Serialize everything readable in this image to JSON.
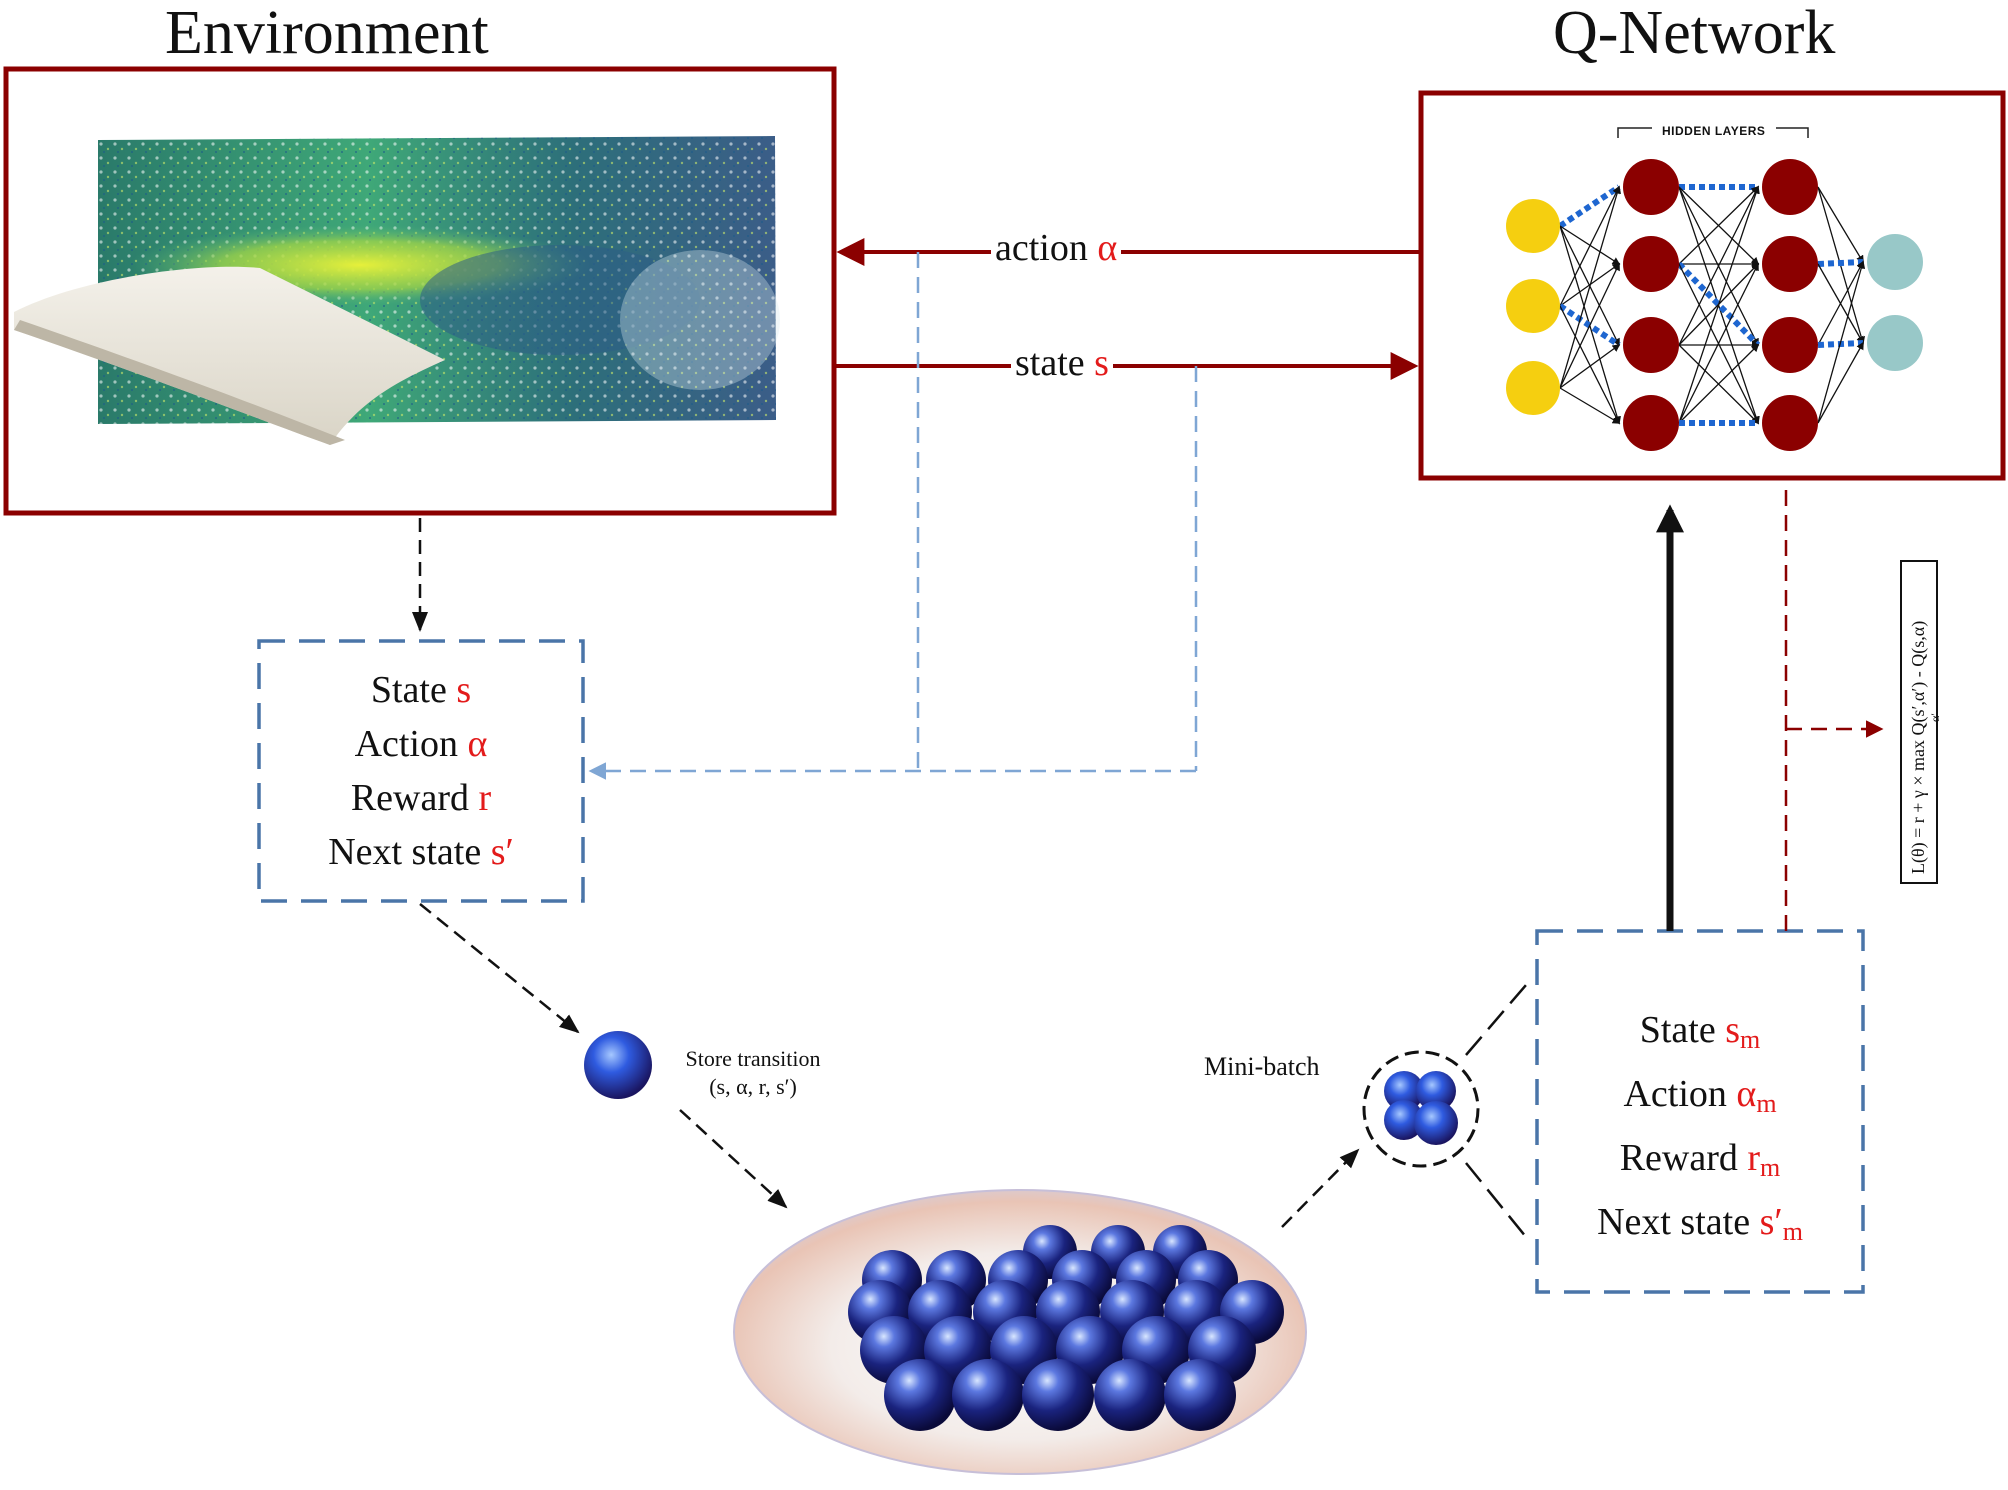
{
  "titles": {
    "environment": "Environment",
    "q_network": "Q-Network"
  },
  "arrows": {
    "action_word": "action",
    "action_sym": "α",
    "state_word": "state",
    "state_sym": "s"
  },
  "transition_box": {
    "rows": [
      {
        "word": "State",
        "sym": "s"
      },
      {
        "word": "Action",
        "sym": "α"
      },
      {
        "word": "Reward",
        "sym": "r"
      },
      {
        "word": "Next state",
        "sym": "s′"
      }
    ]
  },
  "minibatch_box": {
    "rows": [
      {
        "word": "State",
        "sym": "s",
        "sub": "m"
      },
      {
        "word": "Action",
        "sym": "α",
        "sub": "m"
      },
      {
        "word": "Reward",
        "sym": "r",
        "sub": "m"
      },
      {
        "word": "Next state",
        "sym": "s′",
        "sub": "m"
      }
    ]
  },
  "store": {
    "line1": "Store transition",
    "line2": "(s, α, r, s′)"
  },
  "minibatch_label": "Mini-batch",
  "hidden_layers_label": "HIDDEN LAYERS",
  "loss_formula": "L(θ) = r + γ × max Q(s′,α′) - Q(s,α)",
  "loss_sub": "α′",
  "colors": {
    "dark_red": "#8b0000",
    "symbol_red": "#e31b1b",
    "blue_dash": "#4a75a8",
    "light_blue_dash": "#7fa6d4",
    "input_node": "#f5cf10",
    "output_node": "#98c8c8",
    "weight_highlight": "#1e66d0"
  }
}
